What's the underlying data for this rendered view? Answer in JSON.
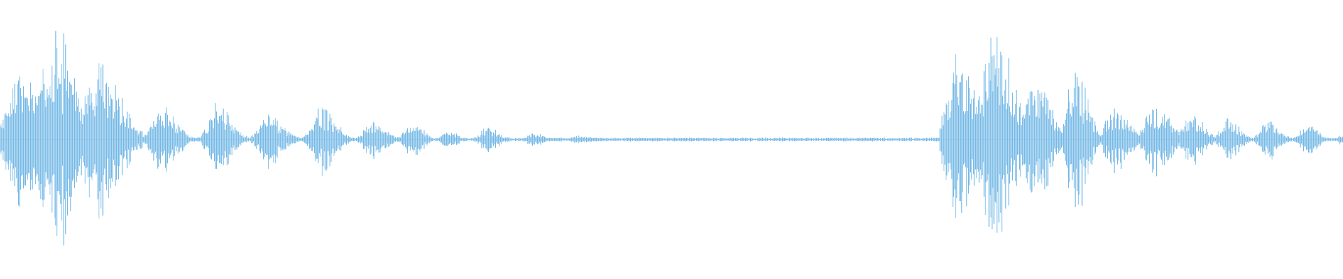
{
  "waveform": {
    "color": "#5dade2",
    "background": "#ffffff",
    "bursts": [
      {
        "time": 0.015,
        "amp": 0.6,
        "dur": 0.028,
        "style": "strong"
      },
      {
        "time": 0.04,
        "amp": 0.95,
        "dur": 0.03,
        "style": "strong"
      },
      {
        "time": 0.073,
        "amp": 0.68,
        "dur": 0.032,
        "style": "strong"
      },
      {
        "time": 0.12,
        "amp": 0.3,
        "dur": 0.022,
        "style": "mid"
      },
      {
        "time": 0.162,
        "amp": 0.33,
        "dur": 0.02,
        "style": "mid"
      },
      {
        "time": 0.2,
        "amp": 0.25,
        "dur": 0.02,
        "style": "mid"
      },
      {
        "time": 0.24,
        "amp": 0.29,
        "dur": 0.02,
        "style": "mid"
      },
      {
        "time": 0.278,
        "amp": 0.2,
        "dur": 0.018,
        "style": "mid"
      },
      {
        "time": 0.307,
        "amp": 0.17,
        "dur": 0.016,
        "style": "mid"
      },
      {
        "time": 0.334,
        "amp": 0.1,
        "dur": 0.012,
        "style": "mid"
      },
      {
        "time": 0.363,
        "amp": 0.12,
        "dur": 0.016,
        "style": "mid"
      },
      {
        "time": 0.397,
        "amp": 0.08,
        "dur": 0.012,
        "style": "faint"
      },
      {
        "time": 0.43,
        "amp": 0.04,
        "dur": 0.018,
        "style": "faint"
      },
      {
        "time": 0.468,
        "amp": 0.01,
        "dur": 0.003,
        "style": "faint"
      },
      {
        "time": 0.713,
        "amp": 0.7,
        "dur": 0.026,
        "style": "strong"
      },
      {
        "time": 0.74,
        "amp": 0.95,
        "dur": 0.028,
        "style": "strong"
      },
      {
        "time": 0.755,
        "amp": 0.06,
        "dur": 0.01,
        "style": "faint"
      },
      {
        "time": 0.77,
        "amp": 0.58,
        "dur": 0.022,
        "style": "strong"
      },
      {
        "time": 0.801,
        "amp": 0.62,
        "dur": 0.018,
        "style": "strong"
      },
      {
        "time": 0.83,
        "amp": 0.3,
        "dur": 0.02,
        "style": "mid"
      },
      {
        "time": 0.86,
        "amp": 0.3,
        "dur": 0.024,
        "style": "mid"
      },
      {
        "time": 0.887,
        "amp": 0.24,
        "dur": 0.018,
        "style": "mid"
      },
      {
        "time": 0.914,
        "amp": 0.22,
        "dur": 0.016,
        "style": "mid"
      },
      {
        "time": 0.944,
        "amp": 0.2,
        "dur": 0.016,
        "style": "mid"
      },
      {
        "time": 0.973,
        "amp": 0.15,
        "dur": 0.016,
        "style": "mid"
      },
      {
        "time": 0.998,
        "amp": 0.05,
        "dur": 0.004,
        "style": "faint"
      }
    ],
    "quiet_zones": [
      {
        "start": 0.485,
        "end": 0.7
      }
    ]
  }
}
